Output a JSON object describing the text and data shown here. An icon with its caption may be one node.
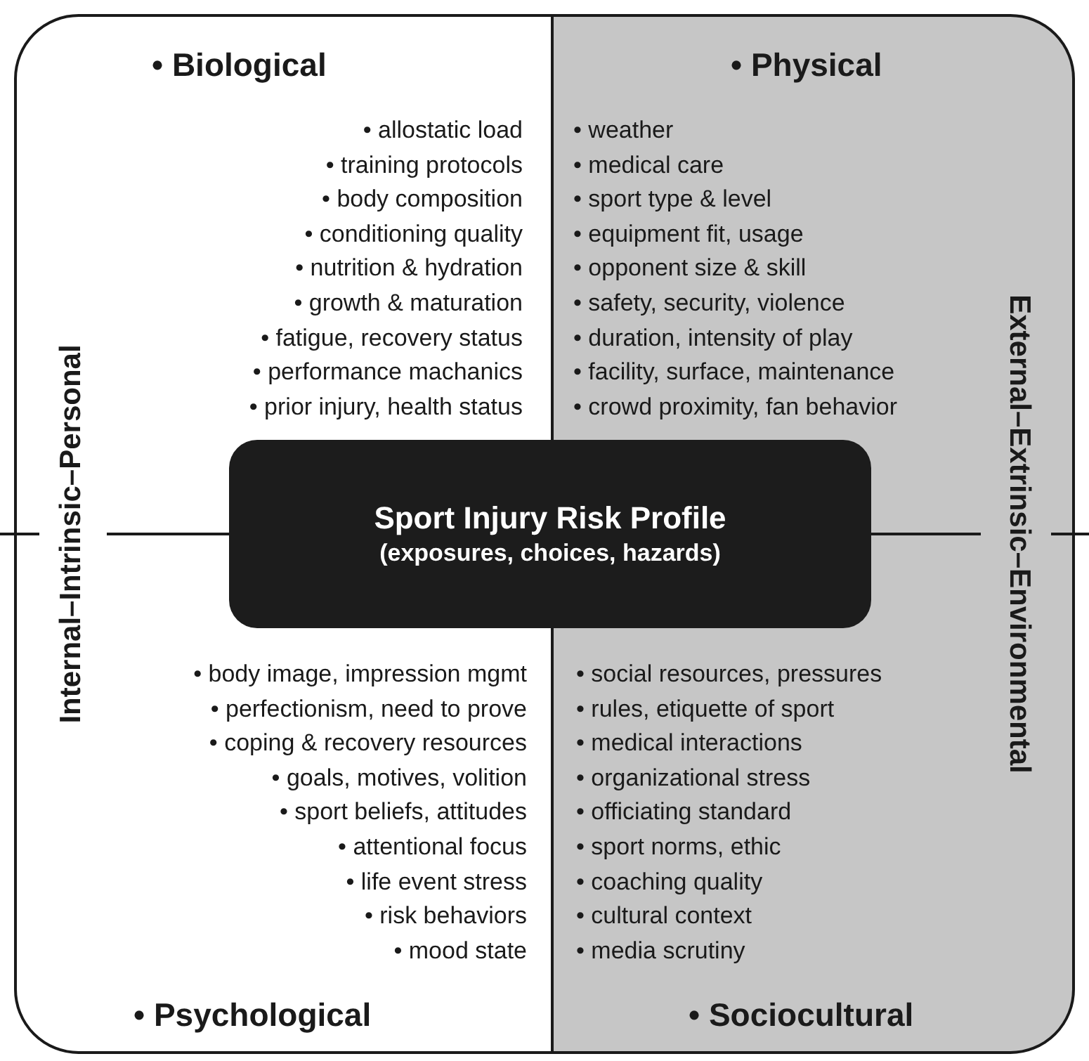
{
  "diagram": {
    "nodes": [
      {
        "text": [
          "• Biological",
          "• allostatic load",
          "• training protocols",
          "• body composition",
          "• conditioning quality",
          "• nutrition & hydration",
          "• growth & maturation",
          "• fatigue, recovery status",
          "• performance machanics",
          "• prior injury, health status"
        ]
      },
      {
        "text": [
          "• Physical",
          "• weather",
          "• medical care",
          "• sport type & level",
          "• equipment fit, usage",
          "• opponent size & skill",
          "• safety, security, violence",
          "• duration, intensity of play",
          "• facility, surface, maintenance",
          "• crowd proximity, fan behavior"
        ]
      },
      {
        "text": [
          "• body image, impression mgmt",
          "• perfectionism, need to prove",
          "• coping & recovery resources",
          "• goals, motives, volition",
          "• sport beliefs, attitudes",
          "• attentional focus",
          "• life event stress",
          "• risk behaviors",
          "• mood state",
          "• Psychological"
        ]
      },
      {
        "text": [
          "• social resources, pressures",
          "• rules, etiquette of sport",
          "• medical interactions",
          "• organizational stress",
          "• officiating standard",
          "• sport norms, ethic",
          "• coaching quality",
          "• cultural context",
          "• media scrutiny",
          "• Sociocultural"
        ]
      },
      {
        "text": [
          "Sport Injury Risk Profile",
          "(exposures, choices, hazards)"
        ]
      }
    ],
    "labels": [
      "Internal–Intrinsic–Personal",
      "External–Extrinsic–Environmental"
    ]
  }
}
